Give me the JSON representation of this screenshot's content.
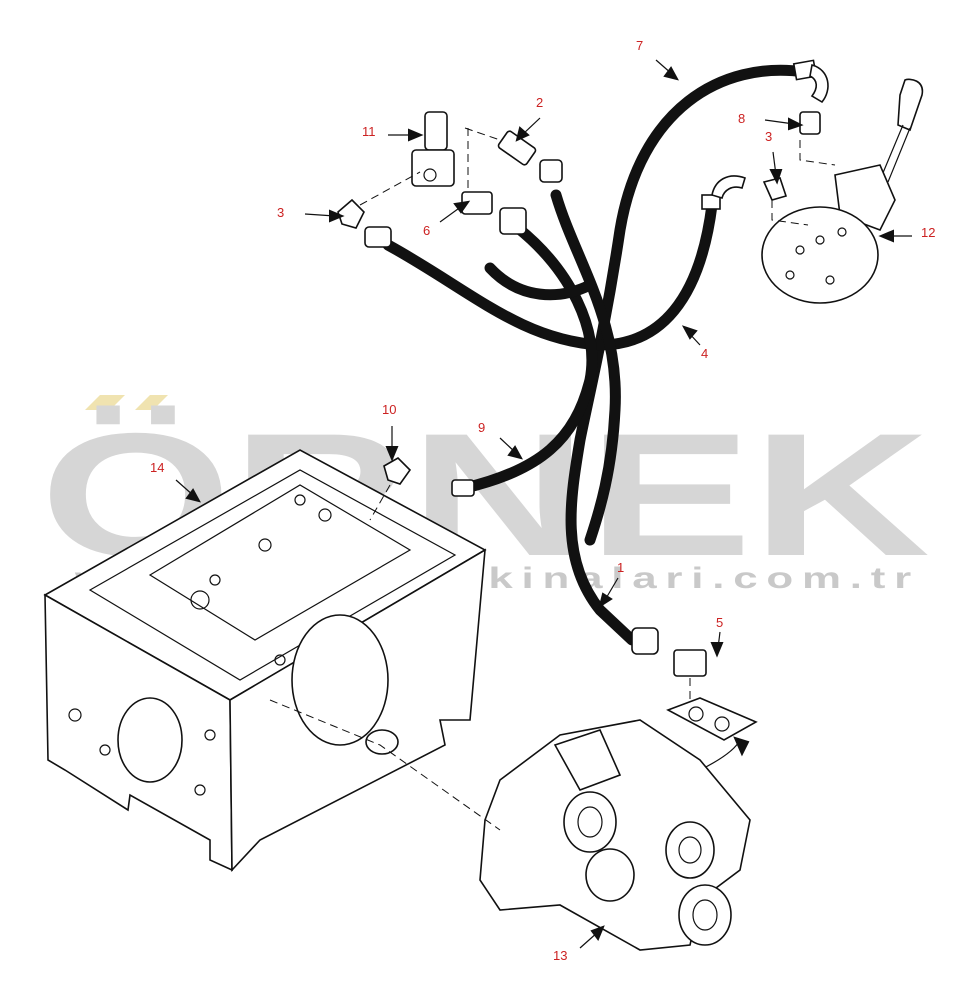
{
  "watermark": {
    "brand": "ÖRNEK",
    "url": "www.ornekimakinalari.com.tr",
    "accent_color": "#f0e3b0",
    "text_color": "#d6d6d6"
  },
  "callouts": [
    {
      "id": "c1",
      "text": "1"
    },
    {
      "id": "c2",
      "text": "2"
    },
    {
      "id": "c3a",
      "text": "3"
    },
    {
      "id": "c3b",
      "text": "3"
    },
    {
      "id": "c4",
      "text": "4"
    },
    {
      "id": "c5",
      "text": "5"
    },
    {
      "id": "c6",
      "text": "6"
    },
    {
      "id": "c7",
      "text": "7"
    },
    {
      "id": "c8",
      "text": "8"
    },
    {
      "id": "c9",
      "text": "9"
    },
    {
      "id": "c10",
      "text": "10"
    },
    {
      "id": "c11",
      "text": "11"
    },
    {
      "id": "c12",
      "text": "12"
    },
    {
      "id": "c13",
      "text": "13"
    },
    {
      "id": "c14",
      "text": "14"
    }
  ],
  "colors": {
    "callout": "#cc2222",
    "line": "#111111"
  }
}
